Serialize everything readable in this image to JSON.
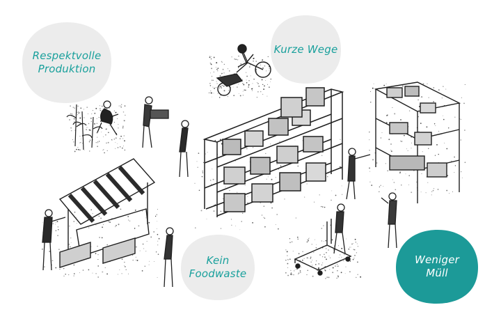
{
  "badges": {
    "respekt": "Respektvolle\nProduktion",
    "kurze_wege": "Kurze Wege",
    "foodwaste": "Kein\nFoodwaste",
    "muell": "Weniger\nMüll"
  },
  "colors": {
    "teal": "#1c9a98",
    "text_teal": "#19a09c",
    "blob_gray": "#ececec",
    "ink": "#1e1e1e",
    "white": "#ffffff"
  },
  "icons": [
    "farmer-figure",
    "cargo-bike-icon",
    "market-stall-icon",
    "warehouse-shelves-icon",
    "hand-truck-icon",
    "people-figures"
  ]
}
